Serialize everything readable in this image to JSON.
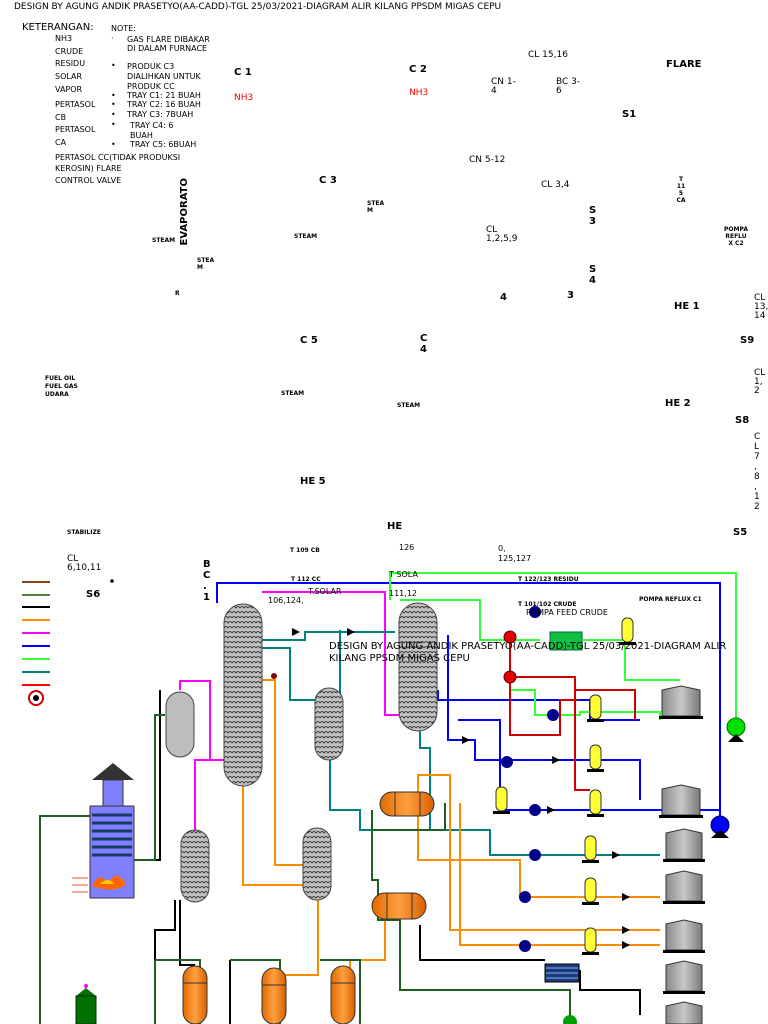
{
  "header": {
    "title": "DESIGN BY AGUNG ANDIK PRASETYO(AA-CADD)-TGL 25/03/2021-DIAGRAM ALIR KILANG PPSDM MIGAS CEPU"
  },
  "legend": {
    "title": "KETERANGAN:",
    "items": [
      "NH3",
      "CRUDE",
      "RESIDU",
      "SOLAR",
      "VAPOR",
      "PERTASOL CB",
      "PERTASOL CA",
      "PERTASOL CC(TIDAK PRODUKSI KEROSIN) FLARE",
      "CONTROL VALVE"
    ],
    "line_colors": [
      "#8b4513",
      "#4d7f3a",
      "#000000",
      "#ff8c00",
      "#ff00ff",
      "#0000ff",
      "#33ff33",
      "#008080",
      "#ff0000"
    ]
  },
  "notes": {
    "title": "NOTE:",
    "items": [
      "GAS FLARE DIBAKAR DI DALAM FURNACE",
      "PRODUK C3 DIALIHKAN UNTUK PRODUK CC",
      "TRAY C1: 21 BUAH",
      "TRAY C2: 16 BUAH",
      "TRAY C3: 7BUAH",
      "TRAY C4: 6 BUAH",
      "TRAY C5: 6BUAH"
    ]
  },
  "labels": {
    "c1": "C 1",
    "c2": "C 2",
    "c3": "C 3",
    "c4": "C 4",
    "c5": "C 5",
    "nh3": "NH3",
    "evaporator": "EVAPORATO",
    "r": "R",
    "steam": "STEAM",
    "stea": "STEA",
    "m": "M",
    "steam_vertical": "STEAM",
    "cl_15_16": "CL 15,16",
    "cn_1_4": "CN 1-4",
    "bc_3_6": "BC 3-6",
    "flare": "FLARE",
    "s1": "S1",
    "cn_5_12": "CN 5-12",
    "cl_3_4": "CL 3,4",
    "t115ca": "T 11 5 CA",
    "s3": "S 3",
    "cl_1259": "CL 1,2,5,9",
    "pompa_reflux_c2": "POMPA REFLU X C2",
    "s4": "S 4",
    "num_4": "4",
    "num_3": "3",
    "he1": "HE 1",
    "cl_13_14": "CL 13, 14",
    "s9": "S9",
    "fuel_oil": "FUEL OIL",
    "fuel_gas": "FUEL GAS",
    "udara": "UDARA",
    "cl_1_2": "CL 1, 2",
    "he2": "HE 2",
    "s8": "S8",
    "cl_7_8_12": "C L 7 , 8 , 1 2",
    "he5": "HE 5",
    "he": "HE",
    "s5": "S5",
    "stabilize": "STABILIZE",
    "cl_6_10_11": "CL 6,10,11",
    "s6": "S6",
    "bc1": "B C . 1",
    "t109cb": "T 109 CB",
    "n126": "126",
    "n0_125_127": "0, 125,127",
    "t112cc": "T 112 CC",
    "t_sola": "T SOLA",
    "t122_123": "T 122/123 RESIDU",
    "t_solar": "T.SOLAR",
    "n106_124": "106,124,",
    "n111_12": "111,12",
    "t101_102": "T 101/102 CRUDE",
    "pompa_feed_crude": "POMPA FEED CRUDE",
    "pompa_reflux_c1": "POMPA REFLUX C1",
    "overlay": "DESIGN BY AGUNG ANDIK PRASETYO(AA-CADD)-TGL 25/03/2021-DIAGRAM ALIR KILANG PPSDM MIGAS CEPU"
  }
}
